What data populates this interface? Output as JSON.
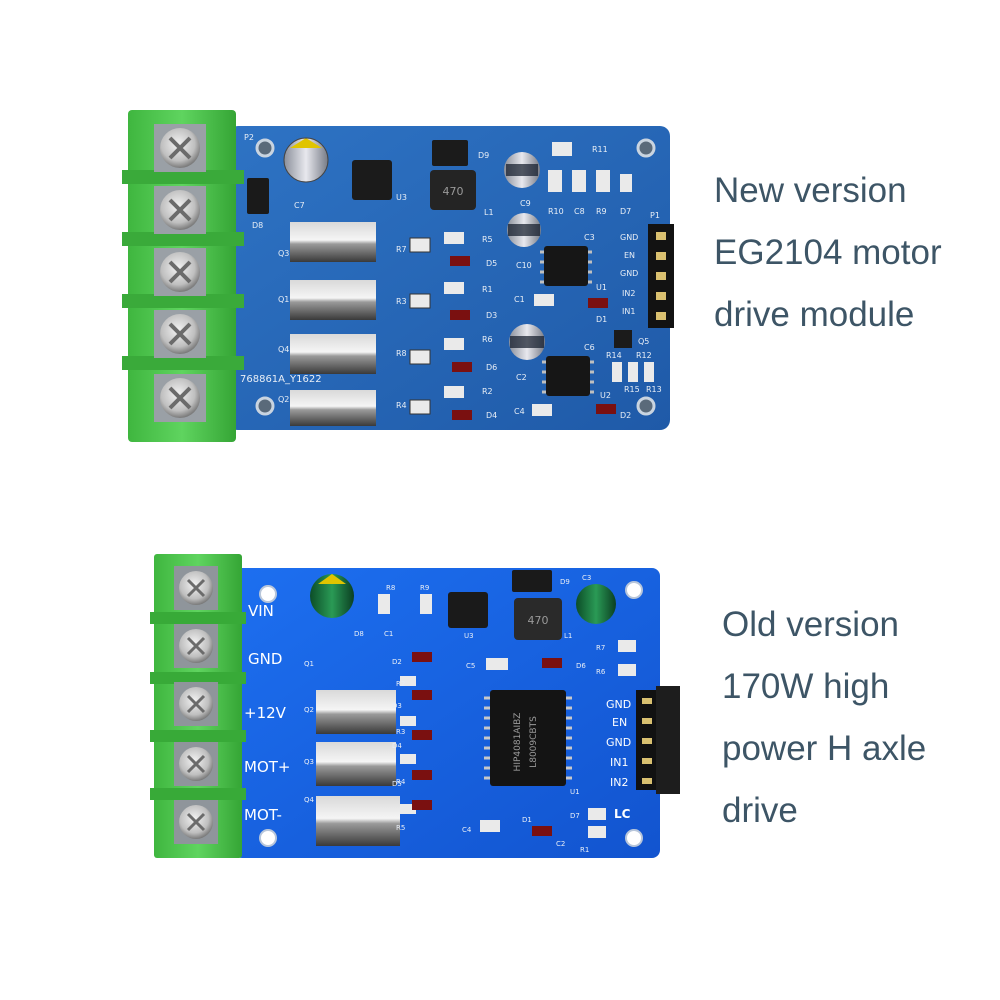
{
  "new_board": {
    "caption": [
      "New version",
      "EG2104 motor",
      "drive module"
    ],
    "serial": "768861A_Y1622",
    "header_pins": [
      "GND",
      "EN",
      "GND",
      "IN2",
      "IN1"
    ],
    "labels": {
      "p2": "P2",
      "p1": "P1",
      "c7": "C7",
      "d8": "D8",
      "u3": "U3",
      "d9": "D9",
      "l1": "L1",
      "inductor": "470",
      "r11": "R11",
      "r10": "R10",
      "c8": "C8",
      "r9": "R9",
      "d7": "D7",
      "c9": "C9",
      "c10": "C10",
      "c3": "C3",
      "u1": "U1",
      "d1": "D1",
      "c1": "C1",
      "q3": "Q3",
      "q1": "Q1",
      "q4": "Q4",
      "q2": "Q2",
      "r7": "R7",
      "r3": "R3",
      "r8": "R8",
      "r4": "R4",
      "r5": "R5",
      "r6": "R6",
      "r1": "R1",
      "r2": "R2",
      "d5": "D5",
      "d3": "D3",
      "d6": "D6",
      "d4": "D4",
      "c6": "C6",
      "c2": "C2",
      "u2": "U2",
      "d2": "D2",
      "c4": "C4",
      "q5": "Q5",
      "r12": "R12",
      "r14": "R14",
      "r15": "R15",
      "r13": "R13"
    }
  },
  "old_board": {
    "caption": [
      "Old version",
      "170W high",
      "power H axle",
      "drive"
    ],
    "terminals": [
      "VIN",
      "GND",
      "+12V",
      "MOT+",
      "MOT-"
    ],
    "header_pins": [
      "GND",
      "EN",
      "GND",
      "IN1",
      "IN2"
    ],
    "chip": [
      "HIP4081AIBZ",
      "L8009CBTS"
    ],
    "inductor": "470",
    "logo": "LC",
    "labels": {
      "r8": "R8",
      "r9": "R9",
      "d8": "D8",
      "c1": "C1",
      "u3": "U3",
      "d9": "D9",
      "c3": "C3",
      "l1": "L1",
      "r7": "R7",
      "r6": "R6",
      "c5": "C5",
      "d6": "D6",
      "q1": "Q1",
      "q2": "Q2",
      "q3": "Q3",
      "q4": "Q4",
      "d2": "D2",
      "d3": "D3",
      "d4": "D4",
      "d5": "D5",
      "r2": "R2",
      "r3": "R3",
      "r4": "R4",
      "r5": "R5",
      "c4": "C4",
      "d1": "D1",
      "d7": "D7",
      "r1": "R1",
      "u1": "U1",
      "c2": "C2"
    }
  }
}
